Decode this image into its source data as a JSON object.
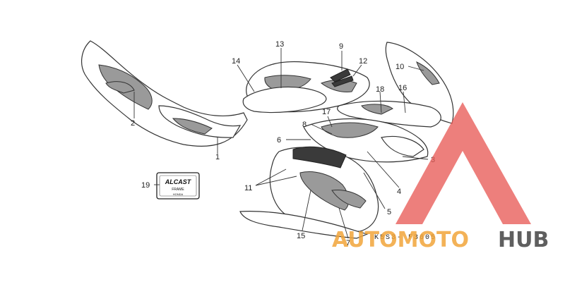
{
  "diagram": {
    "code": "KBS3- F3605",
    "callouts": [
      "1",
      "2",
      "3",
      "4",
      "5",
      "6",
      "7",
      "8",
      "9",
      "10",
      "11",
      "12",
      "13",
      "14",
      "15",
      "16",
      "17",
      "18",
      "19"
    ],
    "label_19": {
      "line1": "ALCAST",
      "line2": "FRAME",
      "small1": "HONDA"
    }
  },
  "watermark": {
    "word_a": "AUTOMOTO",
    "word_b": "HUB",
    "color_triangle": "#e95c58",
    "color_a": "#f2a53a",
    "color_b": "#444444"
  }
}
